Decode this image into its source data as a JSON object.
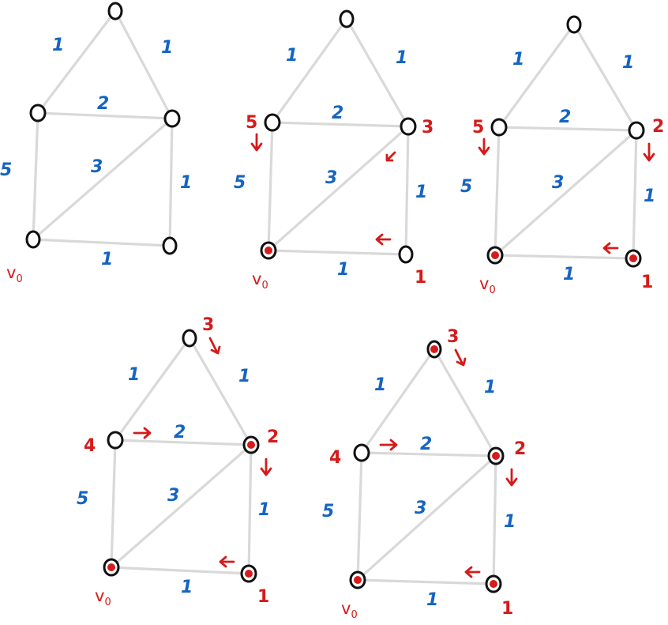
{
  "colors": {
    "edge": "#d9d9d9",
    "node_outline": "#111111",
    "weight": "#1565c0",
    "annotation": "#d51b1b"
  },
  "source_label": {
    "main": "v",
    "sub": "0"
  },
  "panels": [
    {
      "id": "panel-1",
      "weights": {
        "top_left": "1",
        "top_right": "1",
        "middle": "2",
        "left": "5",
        "diagonal": "3",
        "right": "1",
        "bottom": "1"
      },
      "distances": {},
      "visited": []
    },
    {
      "id": "panel-2",
      "weights": {
        "top_left": "1",
        "top_right": "1",
        "middle": "2",
        "left": "5",
        "diagonal": "3",
        "right": "1",
        "bottom": "1"
      },
      "distances": {
        "left_mid": "5",
        "right_mid": "3",
        "bottom_right": "1"
      },
      "visited": [
        "bottom_left"
      ]
    },
    {
      "id": "panel-3",
      "weights": {
        "top_left": "1",
        "top_right": "1",
        "middle": "2",
        "left": "5",
        "diagonal": "3",
        "right": "1",
        "bottom": "1"
      },
      "distances": {
        "left_mid": "5",
        "right_mid": "2",
        "bottom_right": "1"
      },
      "visited": [
        "bottom_left",
        "bottom_right"
      ]
    },
    {
      "id": "panel-4",
      "weights": {
        "top_left": "1",
        "top_right": "1",
        "middle": "2",
        "left": "5",
        "diagonal": "3",
        "right": "1",
        "bottom": "1"
      },
      "distances": {
        "top": "3",
        "left_mid": "4",
        "right_mid": "2",
        "bottom_right": "1"
      },
      "visited": [
        "bottom_left",
        "bottom_right",
        "right_mid"
      ]
    },
    {
      "id": "panel-5",
      "weights": {
        "top_left": "1",
        "top_right": "1",
        "middle": "2",
        "left": "5",
        "diagonal": "3",
        "right": "1",
        "bottom": "1"
      },
      "distances": {
        "top": "3",
        "left_mid": "4",
        "right_mid": "2",
        "bottom_right": "1"
      },
      "visited": [
        "bottom_left",
        "bottom_right",
        "right_mid",
        "top"
      ]
    }
  ]
}
